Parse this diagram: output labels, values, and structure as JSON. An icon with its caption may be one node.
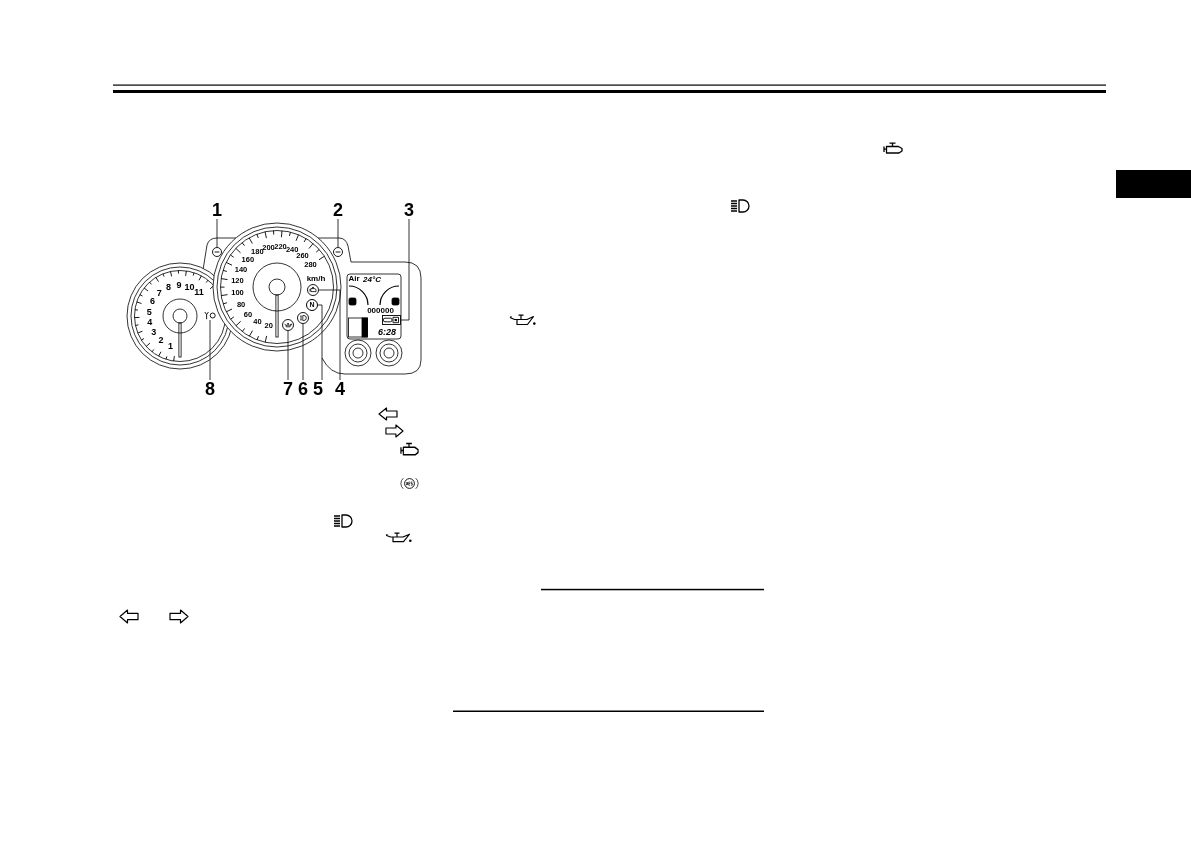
{
  "diagram": {
    "nodes": [
      {
        "text": [
          "1"
        ]
      },
      {
        "text": [
          "2"
        ]
      },
      {
        "text": [
          "3"
        ]
      },
      {
        "text": [
          "4"
        ]
      },
      {
        "text": [
          "5"
        ]
      },
      {
        "text": [
          "6"
        ]
      },
      {
        "text": [
          "7"
        ]
      },
      {
        "text": [
          "8"
        ]
      },
      {
        "text": [],
        "shape": "circle"
      },
      {
        "text": [],
        "shape": "circle"
      },
      {
        "text": [],
        "shape": "box"
      },
      {
        "text": [],
        "shape": "circle"
      },
      {
        "text": [
          "N"
        ]
      },
      {
        "text": [],
        "shape": "circle"
      },
      {
        "text": [],
        "shape": "circle"
      },
      {
        "text": [],
        "shape": "picture"
      },
      {
        "text": [],
        "shape": "box"
      }
    ],
    "edges": [
      {
        "from": 0,
        "to": 8,
        "arrow": "none"
      },
      {
        "from": 1,
        "to": 9,
        "arrow": "none"
      },
      {
        "from": 2,
        "to": 10,
        "arrow": "none"
      },
      {
        "from": 3,
        "to": 11,
        "arrow": "none"
      },
      {
        "from": 4,
        "to": 12,
        "arrow": "none"
      },
      {
        "from": 5,
        "to": 13,
        "arrow": "none"
      },
      {
        "from": 6,
        "to": 14,
        "arrow": "none"
      },
      {
        "from": 7,
        "to": 15,
        "arrow": "none"
      }
    ],
    "labels": [
      "1",
      "2",
      "3",
      "4",
      "5",
      "6",
      "7",
      "8",
      "9",
      "10",
      "11",
      "20",
      "40",
      "60",
      "80",
      "100",
      "120",
      "140",
      "160",
      "180",
      "200",
      "220",
      "240",
      "260",
      "280",
      "km/h",
      "Air",
      "24°C",
      "000000",
      "6:28"
    ]
  }
}
